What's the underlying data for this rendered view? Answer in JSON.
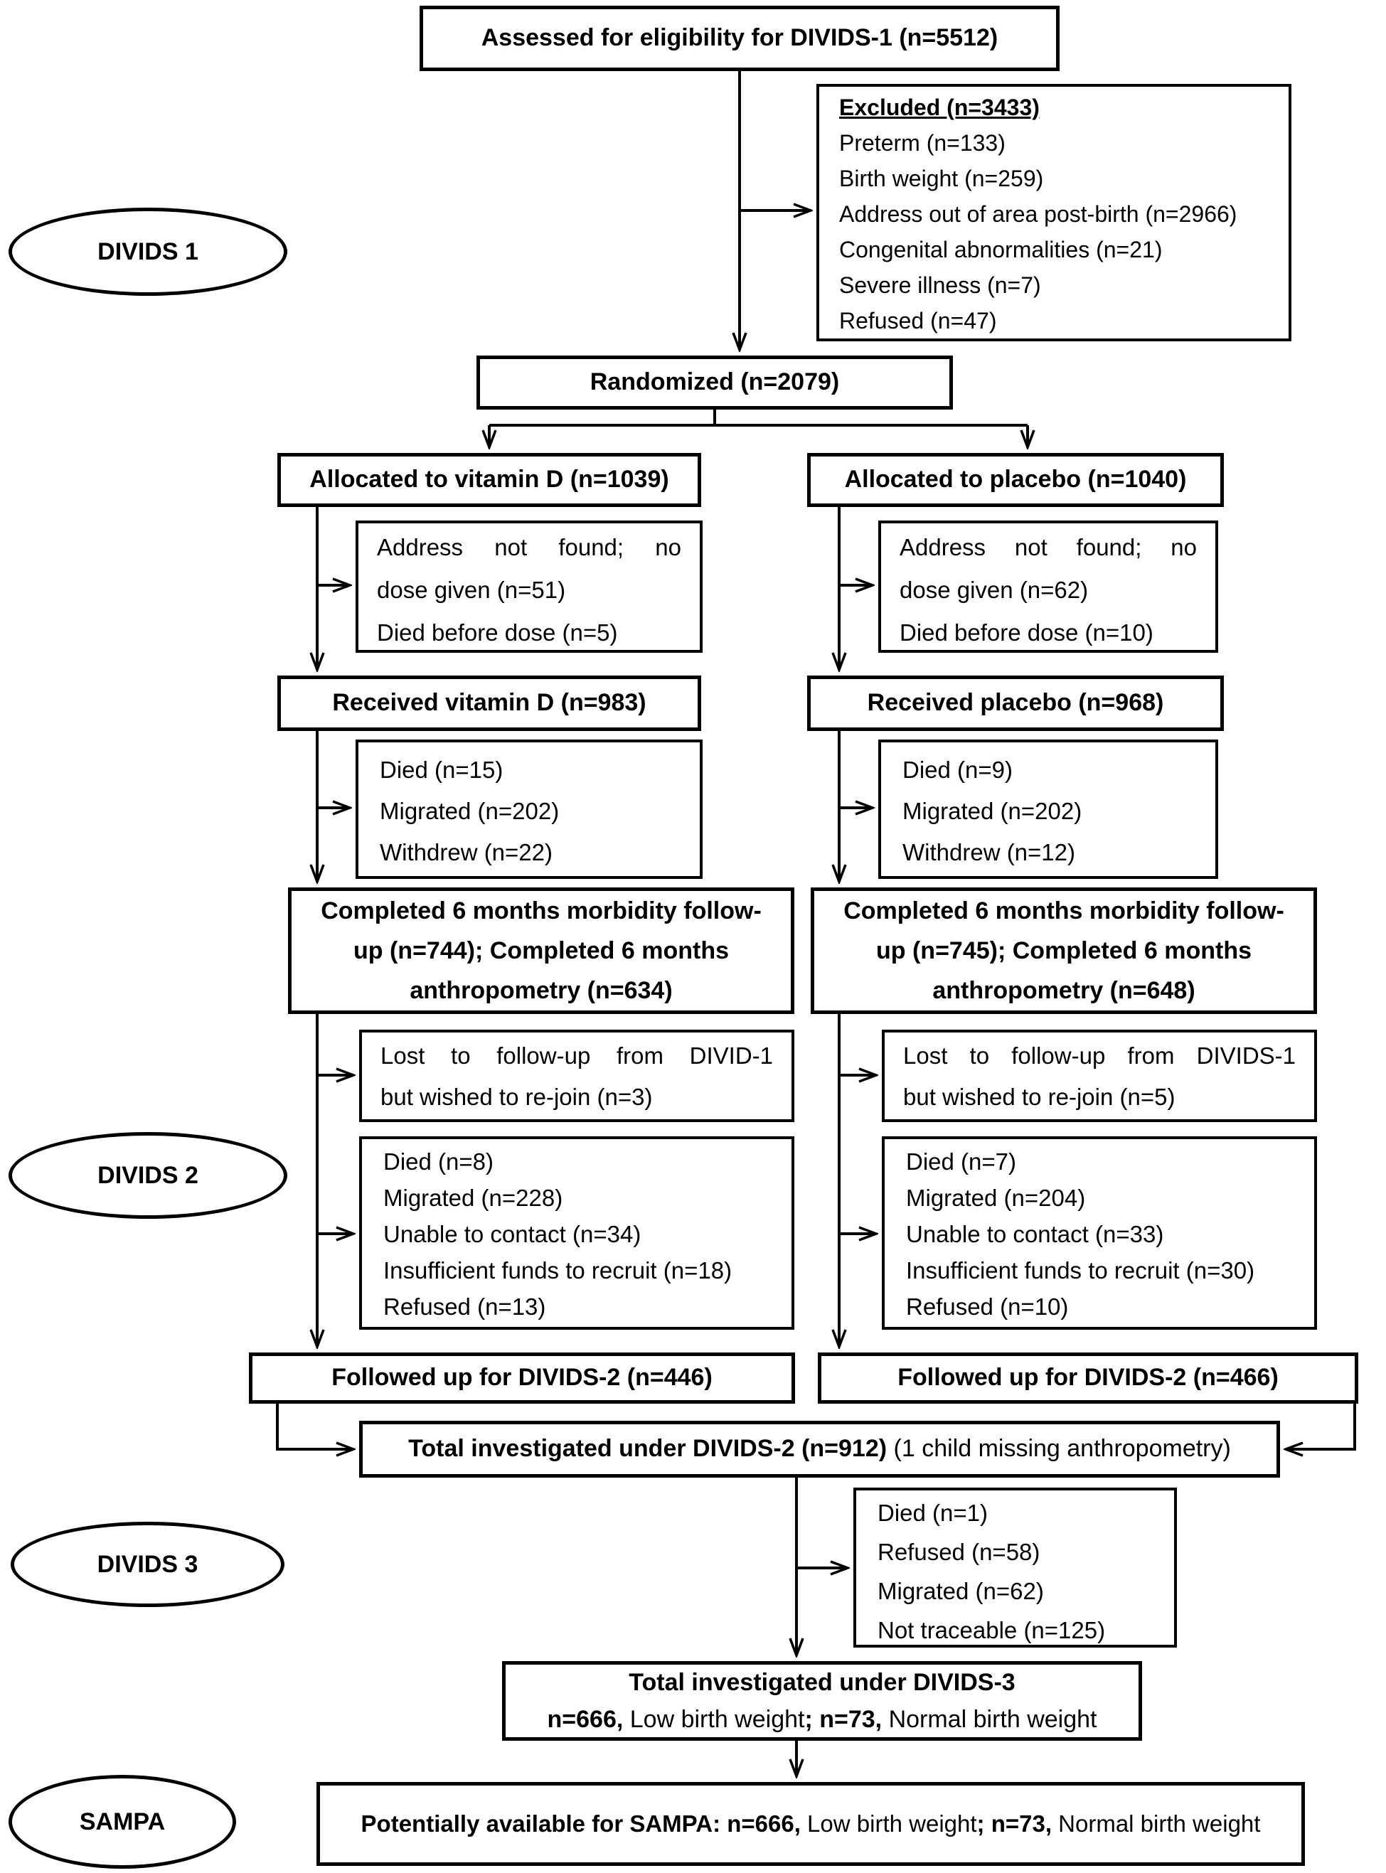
{
  "stages": {
    "divids1": "DIVIDS 1",
    "divids2": "DIVIDS 2",
    "divids3": "DIVIDS 3",
    "sampa": "SAMPA"
  },
  "flow": {
    "assessed": "Assessed for eligibility for DIVIDS-1 (n=5512)",
    "excluded": {
      "title": "Excluded (n=3433)",
      "items": [
        "Preterm (n=133)",
        "Birth weight (n=259)",
        "Address out of area post-birth (n=2966)",
        "Congenital abnormalities (n=21)",
        "Severe illness (n=7)",
        "Refused (n=47)"
      ]
    },
    "randomized": "Randomized (n=2079)",
    "vitamin_d": {
      "allocated": "Allocated to vitamin D (n=1039)",
      "no_dose": {
        "lines": [
          "Address not found; no",
          "dose given (n=51)",
          "Died before dose (n=5)"
        ]
      },
      "received": "Received vitamin D (n=983)",
      "attrition_6m": [
        "Died (n=15)",
        "Migrated (n=202)",
        "Withdrew (n=22)"
      ],
      "completed": {
        "lines": [
          "Completed 6 months morbidity follow-",
          "up (n=744); Completed 6 months",
          "anthropometry (n=634)"
        ]
      },
      "lost_rejoin": {
        "lines": [
          "Lost to follow-up from DIVID-1",
          "but wished to re-join (n=3)"
        ]
      },
      "attrition_divids2": [
        "Died (n=8)",
        "Migrated (n=228)",
        "Unable to contact (n=34)",
        "Insufficient funds to recruit (n=18)",
        "Refused (n=13)"
      ],
      "followed_up": "Followed up for DIVIDS-2 (n=446)"
    },
    "placebo": {
      "allocated": "Allocated to placebo (n=1040)",
      "no_dose": {
        "lines": [
          "Address not found; no",
          "dose given (n=62)",
          "Died before dose (n=10)"
        ]
      },
      "received": "Received placebo (n=968)",
      "attrition_6m": [
        "Died (n=9)",
        "Migrated (n=202)",
        "Withdrew (n=12)"
      ],
      "completed": {
        "lines": [
          "Completed 6 months morbidity follow-",
          "up (n=745); Completed 6 months",
          "anthropometry (n=648)"
        ]
      },
      "lost_rejoin": {
        "lines": [
          "Lost to follow-up from DIVIDS-1",
          "but wished to re-join (n=5)"
        ]
      },
      "attrition_divids2": [
        "Died (n=7)",
        "Migrated (n=204)",
        "Unable to contact (n=33)",
        "Insufficient funds to recruit (n=30)",
        "Refused (n=10)"
      ],
      "followed_up": "Followed up for DIVIDS-2 (n=466)"
    },
    "total_divids2": {
      "segments": [
        {
          "text": "Total investigated under DIVIDS-2 (n=912)",
          "bold": true
        },
        {
          "text": " (1 child missing anthropometry)",
          "bold": false
        }
      ]
    },
    "attrition_divids3": [
      "Died (n=1)",
      "Refused (n=58)",
      "Migrated (n=62)",
      "Not traceable (n=125)"
    ],
    "total_divids3": {
      "line1": "Total investigated under DIVIDS-3",
      "segments": [
        {
          "text": "n=666,",
          "bold": true
        },
        {
          "text": " Low birth weight",
          "bold": false
        },
        {
          "text": "; n=73,",
          "bold": true
        },
        {
          "text": " Normal birth weight",
          "bold": false
        }
      ]
    },
    "sampa_available": {
      "segments": [
        {
          "text": "Potentially available for SAMPA: n=666,",
          "bold": true
        },
        {
          "text": " Low birth weight",
          "bold": false
        },
        {
          "text": "; n=73,",
          "bold": true
        },
        {
          "text": " Normal birth weight",
          "bold": false
        }
      ]
    }
  },
  "colors": {
    "ink": "#000000",
    "background": "#ffffff"
  }
}
